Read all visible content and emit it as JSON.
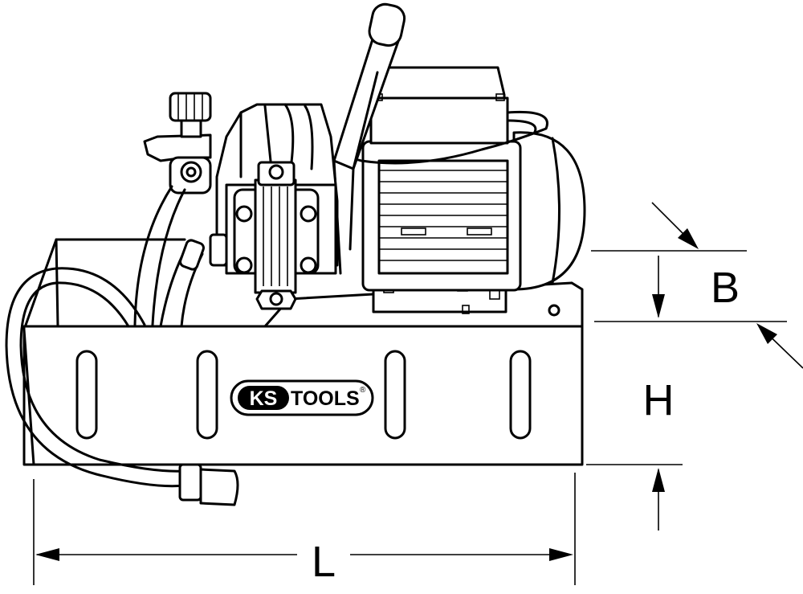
{
  "logo": {
    "brand_ks": "KS",
    "brand_tools": "TOOLS",
    "registered": "®"
  },
  "dimensions": {
    "depth_label": "B",
    "height_label": "H",
    "length_label": "L"
  },
  "colors": {
    "line": "#000000",
    "background": "#ffffff"
  }
}
